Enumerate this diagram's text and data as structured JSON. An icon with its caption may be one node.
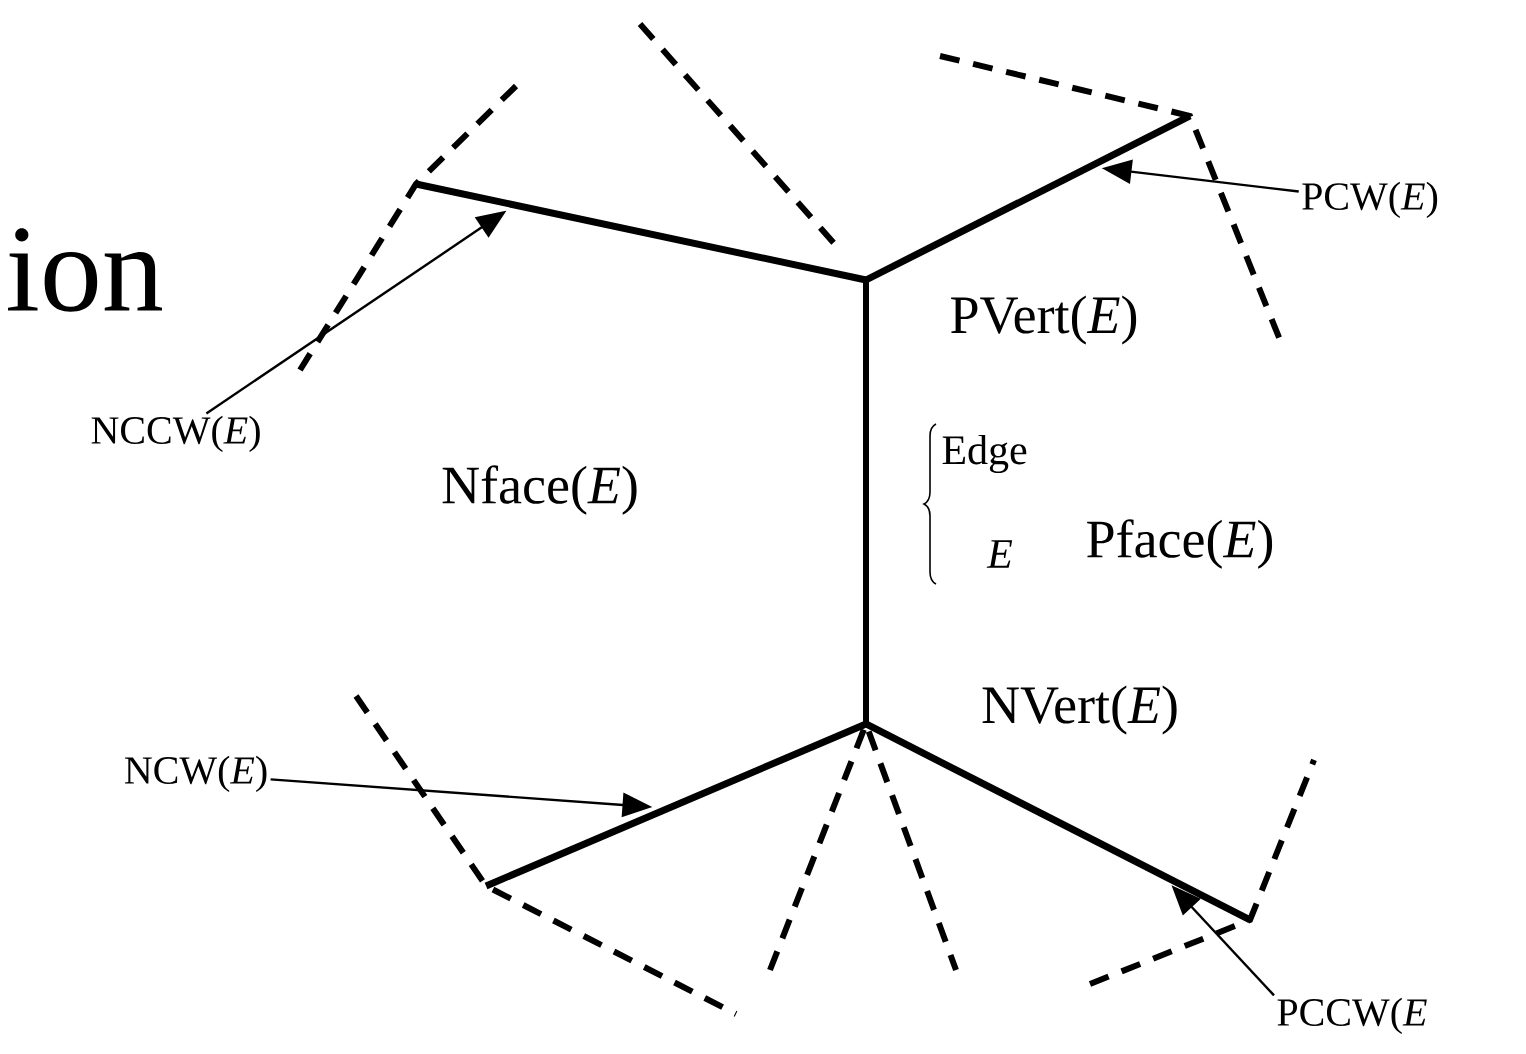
{
  "diagram": {
    "nodes": [
      {
        "text": [
          "NCCW(*E*)"
        ]
      },
      {
        "text": [],
        "shape": "line"
      },
      {
        "text": [
          "PCW(*E*)"
        ]
      },
      {
        "text": [],
        "shape": "line"
      },
      {
        "text": [
          "NCW(*E*)"
        ]
      },
      {
        "text": [],
        "shape": "line"
      },
      {
        "text": [
          "PCCW(*E*"
        ]
      },
      {
        "text": [],
        "shape": "line"
      }
    ],
    "edges": [
      {
        "from": 0,
        "to": 1,
        "arrow": "to"
      },
      {
        "from": 2,
        "to": 3,
        "arrow": "to"
      },
      {
        "from": 4,
        "to": 5,
        "arrow": "to"
      },
      {
        "from": 6,
        "to": 7,
        "arrow": "to"
      }
    ],
    "labels": [
      "ion",
      "Nface(*E*)",
      "PVert(*E*)",
      "Edge",
      "E",
      "Pface(*E*)",
      "NVert(*E*)"
    ]
  }
}
